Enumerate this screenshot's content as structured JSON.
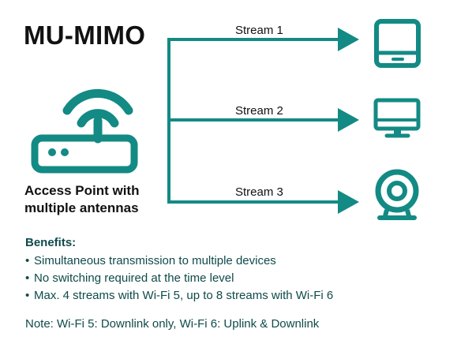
{
  "title": "MU-MIMO",
  "access_point": {
    "label_line1": "Access Point with",
    "label_line2": "multiple antennas"
  },
  "streams": [
    {
      "label": "Stream 1",
      "device": "tablet-icon"
    },
    {
      "label": "Stream 2",
      "device": "monitor-icon"
    },
    {
      "label": "Stream 3",
      "device": "webcam-icon"
    }
  ],
  "benefits": {
    "heading": "Benefits:",
    "bullet": "•",
    "items": [
      "Simultaneous transmission to multiple devices",
      "No switching required at the time level",
      "Max. 4 streams with Wi-Fi 5, up to 8 streams with Wi-Fi 6"
    ]
  },
  "note": "Note: Wi-Fi 5: Downlink only, Wi-Fi 6: Uplink & Downlink",
  "colors": {
    "accent": "#138a84",
    "text": "#111111",
    "benefit_text": "#0f4a4a"
  },
  "icons": [
    "router-icon",
    "wifi-signal-icon",
    "tablet-icon",
    "monitor-icon",
    "webcam-icon",
    "arrow-icon"
  ]
}
